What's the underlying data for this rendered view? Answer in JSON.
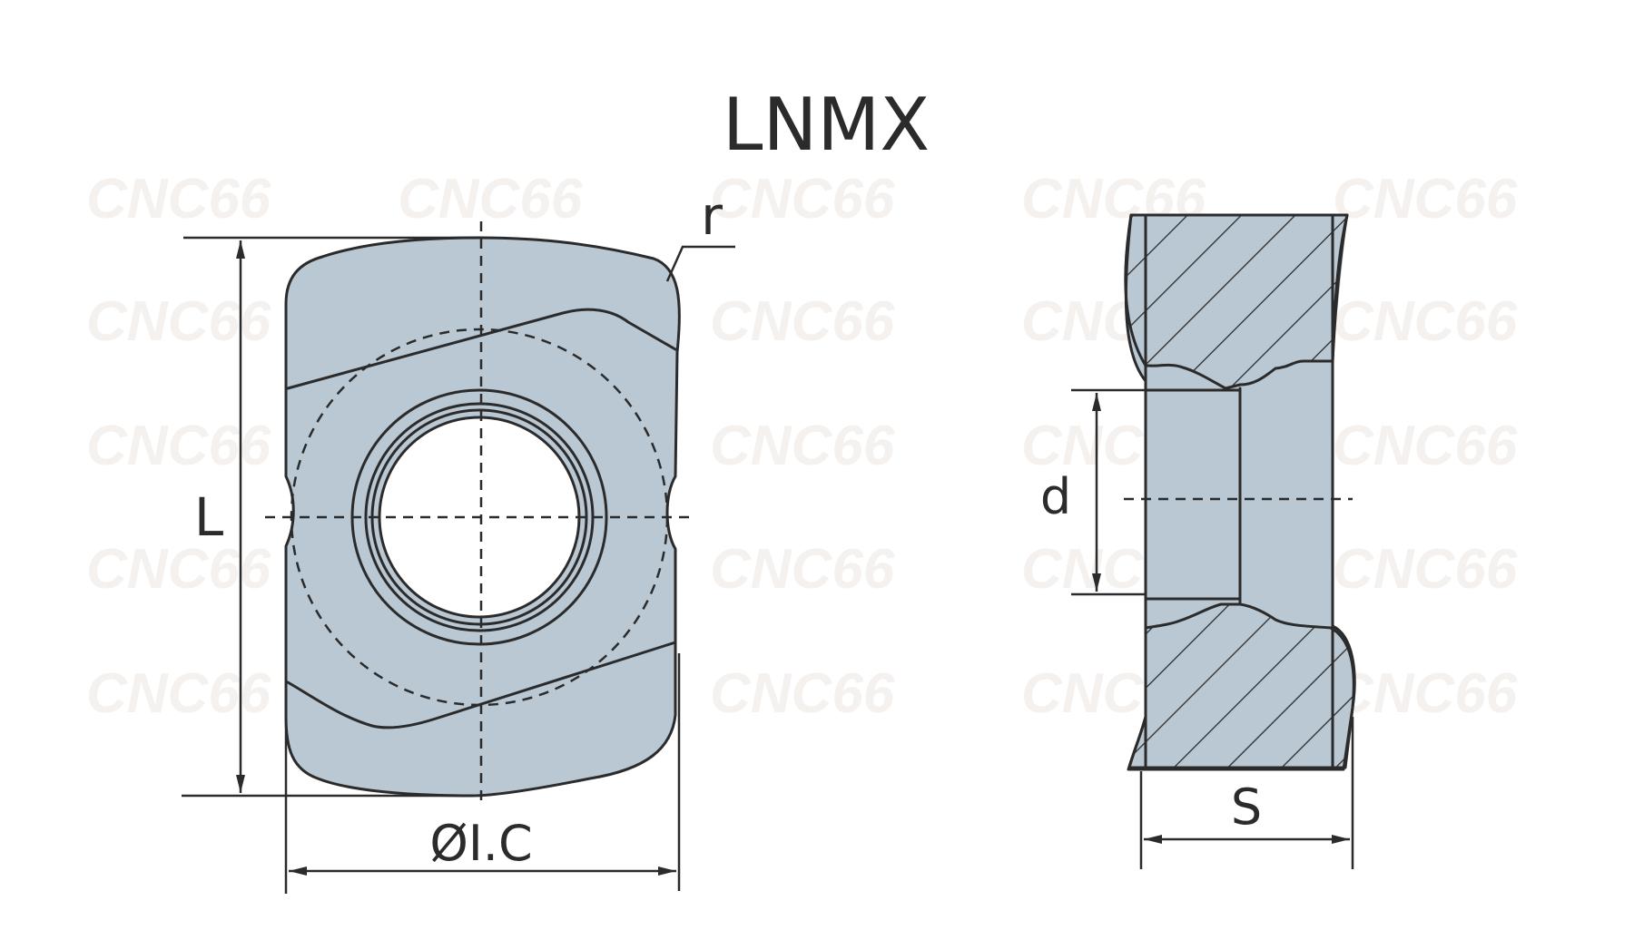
{
  "title": "LNMX",
  "dimensions": {
    "length": "L",
    "corner_radius": "r",
    "inscribed_circle": "ØI.C",
    "hole_diameter": "d",
    "thickness": "S"
  },
  "watermark": "CNC66",
  "colors": {
    "body_fill": "#b9c8d3",
    "line": "#2b2b2b",
    "watermark": "#ece6e2"
  }
}
